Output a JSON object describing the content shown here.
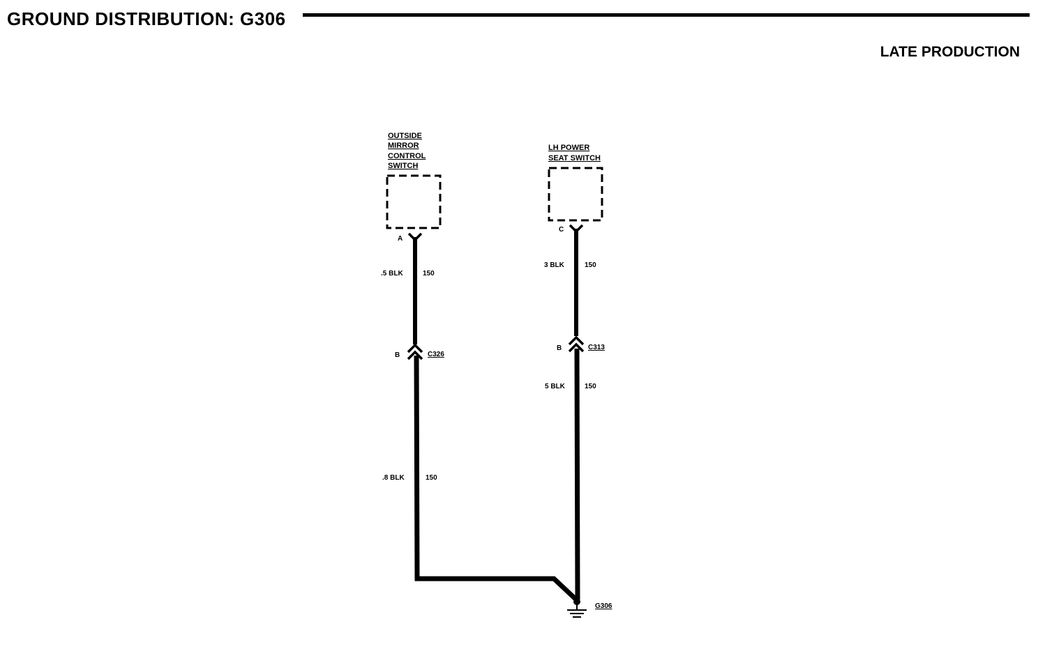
{
  "header": {
    "title": "GROUND DISTRIBUTION: G306",
    "subtitle": "LATE PRODUCTION"
  },
  "components": {
    "mirror_switch": {
      "name_lines": [
        "OUTSIDE",
        "MIRROR",
        "CONTROL",
        "SWITCH"
      ],
      "pin": "A"
    },
    "seat_switch": {
      "name_lines": [
        "LH POWER",
        "SEAT SWITCH"
      ],
      "pin": "C"
    }
  },
  "connectors": {
    "c326": {
      "name": "C326",
      "pin": "B"
    },
    "c313": {
      "name": "C313",
      "pin": "B"
    }
  },
  "wires": {
    "left_upper": {
      "size_color": ".5 BLK",
      "circuit": "150"
    },
    "left_lower": {
      "size_color": ".8 BLK",
      "circuit": "150"
    },
    "right_upper": {
      "size_color": "3 BLK",
      "circuit": "150"
    },
    "right_lower": {
      "size_color": "5 BLK",
      "circuit": "150"
    }
  },
  "ground": {
    "name": "G306"
  },
  "colors": {
    "ink": "#000000",
    "paper": "#ffffff"
  }
}
